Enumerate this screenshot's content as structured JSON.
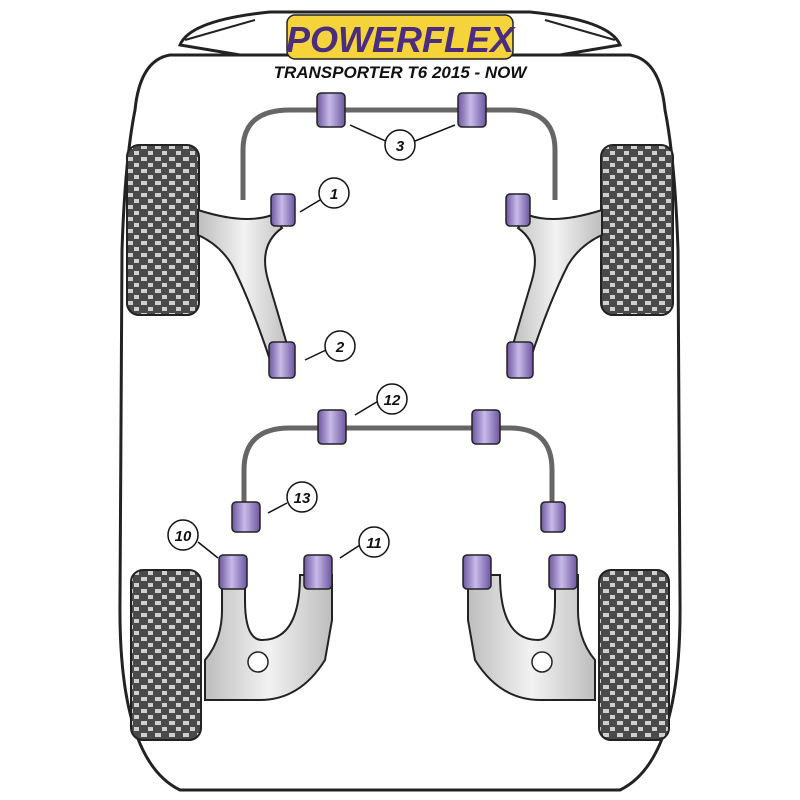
{
  "brand": {
    "logo_text": "POWERFLEX",
    "logo_fill": "#4b2d7f",
    "logo_bg": "#f4d43a"
  },
  "title": "TRANSPORTER T6 2015 - NOW",
  "colors": {
    "bushing_purple": "#9a86c8",
    "bushing_purple_dark": "#6b569e",
    "bushing_highlight": "#d7cdee",
    "arm_grey": "#d9d9d9",
    "tyre_dark": "#3a3a3a",
    "body_outline": "#222222"
  },
  "callouts": [
    {
      "id": "1",
      "label": "1"
    },
    {
      "id": "2",
      "label": "2"
    },
    {
      "id": "3",
      "label": "3"
    },
    {
      "id": "10",
      "label": "10"
    },
    {
      "id": "11",
      "label": "11"
    },
    {
      "id": "12",
      "label": "12"
    },
    {
      "id": "13",
      "label": "13"
    }
  ]
}
